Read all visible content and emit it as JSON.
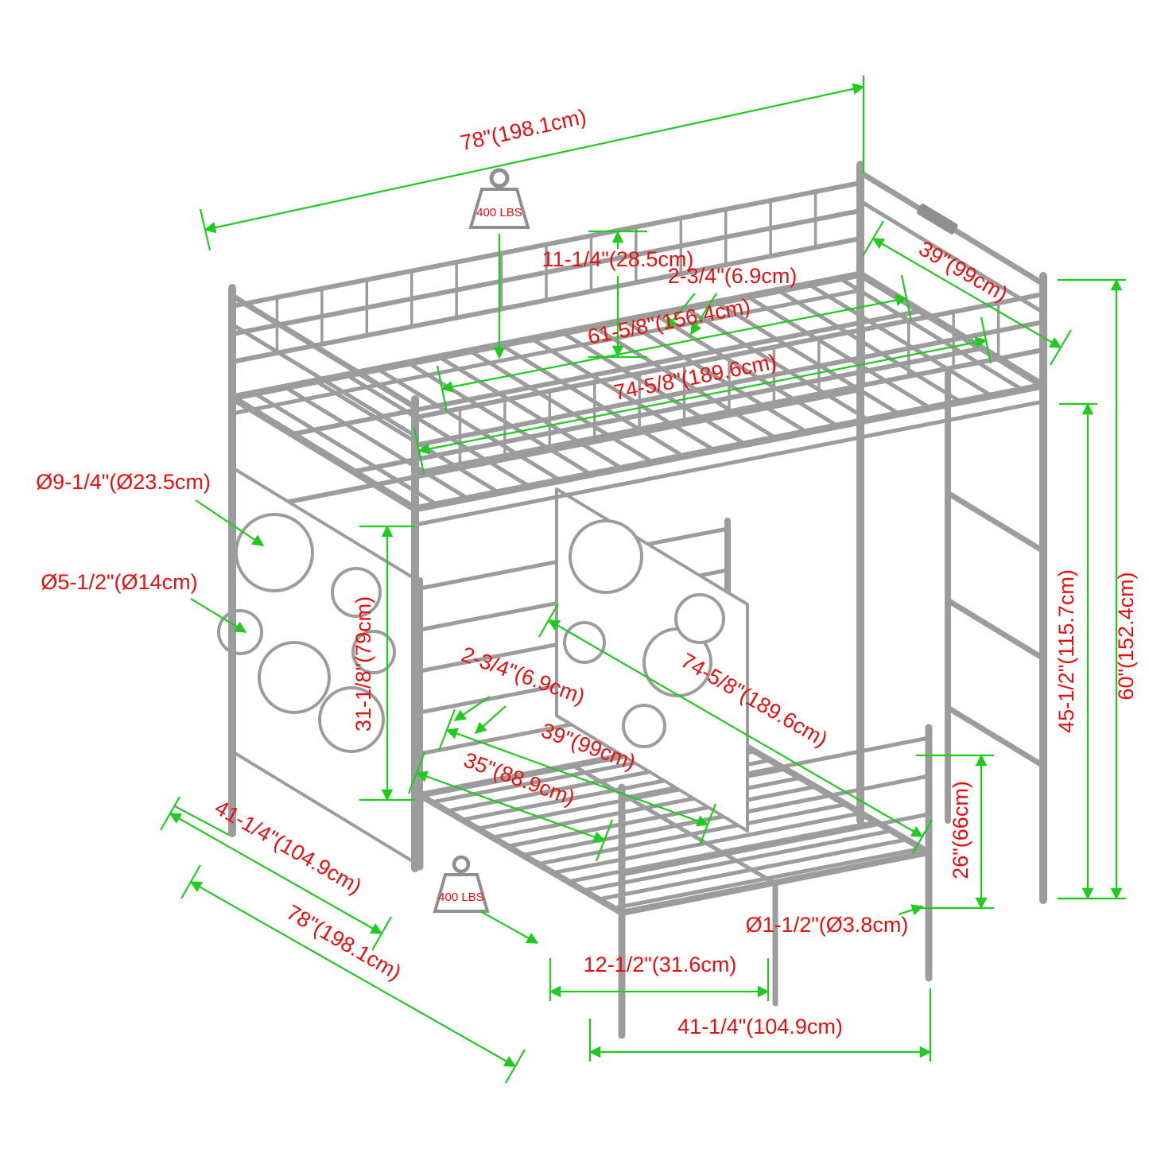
{
  "diagram": {
    "subject": "twin-over-twin-metal-bunk-bed-dimension-drawing",
    "colors": {
      "drawing_line": "#9c9c9c",
      "dimension_line": "#1ecb1e",
      "dimension_text": "#ea0e0e"
    },
    "icons": {
      "weight_capacity": "weight-kettlebell-icon"
    }
  },
  "weight": {
    "top": "400 LBS",
    "bottom": "400 LBS"
  },
  "dims": {
    "top_length": "78\"(198.1cm)",
    "guard_rail_height": "11-1/4\"(28.5cm)",
    "top_slat_gap": "2-3/4\"(6.9cm)",
    "top_width": "39\"(99cm)",
    "top_slat_span": "61-5/8\"(156.4cm)",
    "top_inner_length": "74-5/8\"(189.6cm)",
    "hole_large": "Ø9-1/4\"(Ø23.5cm)",
    "hole_small": "Ø5-1/2\"(Ø14cm)",
    "panel_height": "31-1/8\"(79cm)",
    "bottom_slat_gap": "2-3/4\"(6.9cm)",
    "bottom_inner_length": "74-5/8\"(189.6cm)",
    "bottom_width": "39\"(99cm)",
    "bottom_slat_length": "35\"(88.9cm)",
    "clearance_height": "45-1/2\"(115.7cm)",
    "total_height": "60\"(152.4cm)",
    "footprint_width": "41-1/4\"(104.9cm)",
    "footprint_length": "78\"(198.1cm)",
    "bottom_bed_height": "26\"(66cm)",
    "leg_diameter": "Ø1-1/2\"(Ø3.8cm)",
    "leg_offset": "12-1/2\"(31.6cm)",
    "bottom_footprint_width": "41-1/4\"(104.9cm)"
  }
}
